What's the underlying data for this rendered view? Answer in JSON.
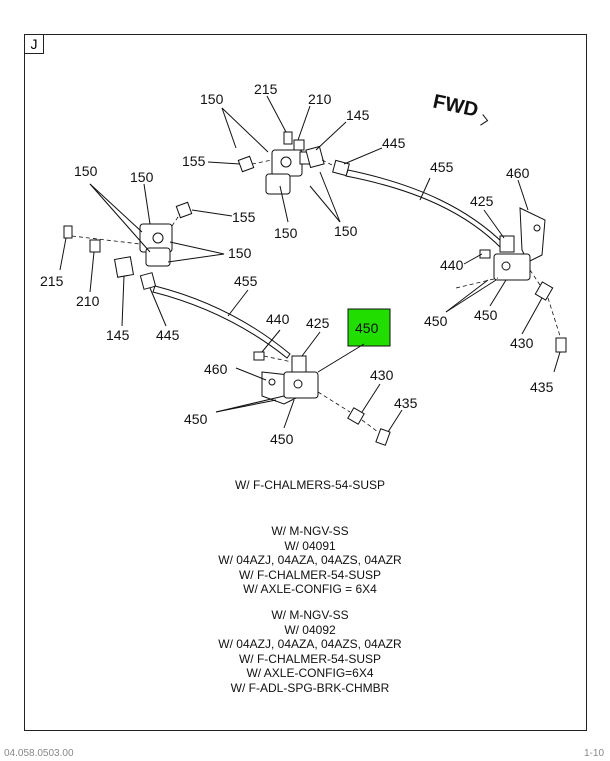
{
  "panel_tag": "J",
  "fwd_label": "FWD",
  "callouts": {
    "c150_top": "150",
    "c215_top": "215",
    "c210_top": "210",
    "c145_top": "145",
    "c445_top": "445",
    "c155_top": "155",
    "c150_a": "150",
    "c150_b": "150",
    "c455_top": "455",
    "c460_top": "460",
    "c425_top": "425",
    "c440_top": "440",
    "c450_ra": "450",
    "c450_rb": "450",
    "c430_right": "430",
    "c435_right": "435",
    "c150_left": "150",
    "c150_left2": "150",
    "c155_left": "155",
    "c150_left3": "150",
    "c215_left": "215",
    "c210_left": "210",
    "c145_left": "145",
    "c445_left": "445",
    "c455_mid": "455",
    "c440_mid": "440",
    "c425_mid": "425",
    "c450_highlight": "450",
    "c460_mid": "460",
    "c430_mid": "430",
    "c435_mid": "435",
    "c450_ma": "450",
    "c450_mb": "450"
  },
  "highlight_color": "#22dd00",
  "notes": {
    "note1": [
      "W/ F-CHALMERS-54-SUSP"
    ],
    "note2": [
      "W/ M-NGV-SS",
      "W/ 04091",
      "W/ 04AZJ, 04AZA, 04AZS, 04AZR",
      "W/ F-CHALMER-54-SUSP",
      "W/ AXLE-CONFIG = 6X4"
    ],
    "note3": [
      "W/ M-NGV-SS",
      "W/ 04092",
      "W/ 04AZJ, 04AZA, 04AZS, 04AZR",
      "W/ F-CHALMER-54-SUSP",
      "W/ AXLE-CONFIG=6X4",
      "W/ F-ADL-SPG-BRK-CHMBR"
    ]
  },
  "footer": {
    "left": "04.058.0503.00",
    "right": "1-10"
  }
}
